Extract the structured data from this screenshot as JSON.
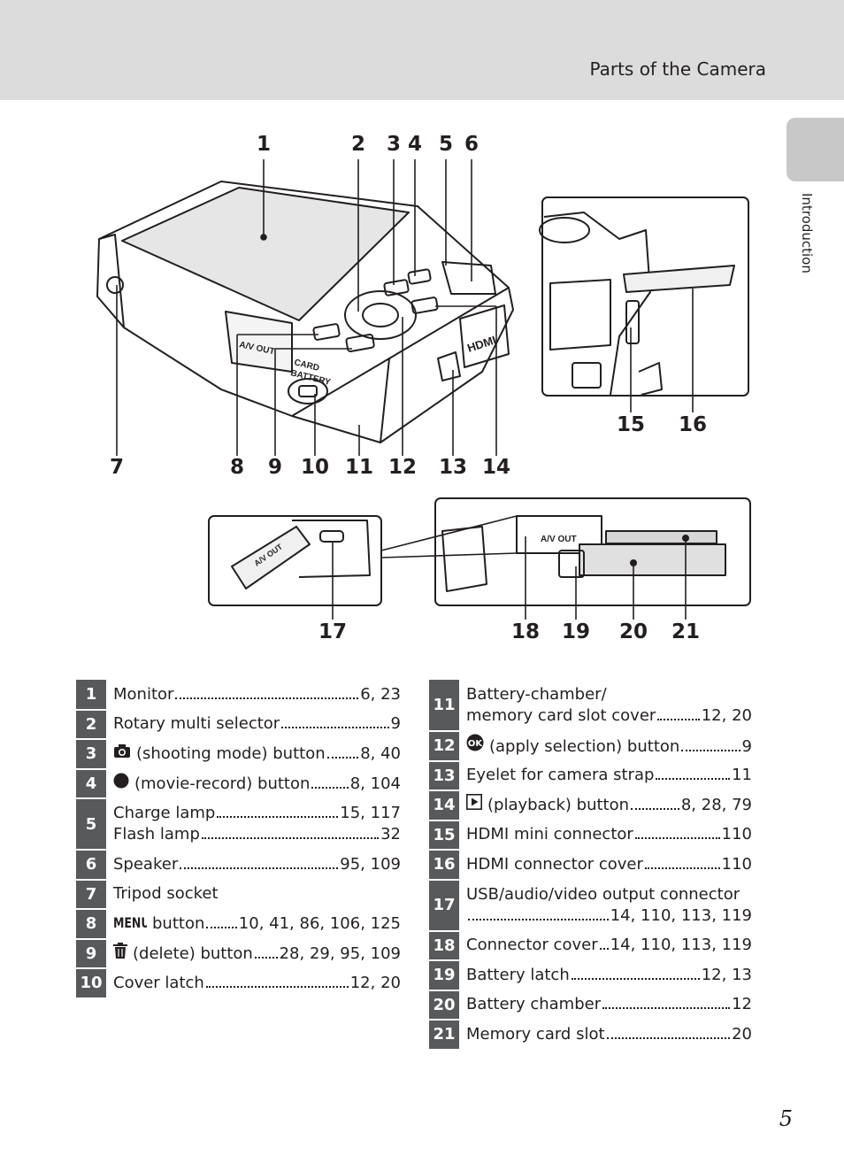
{
  "header": {
    "section_title": "Parts of the Camera"
  },
  "side_tab": {
    "label": "Introduction"
  },
  "callouts": {
    "c1": "1",
    "c2": "2",
    "c3": "3",
    "c4": "4",
    "c5": "5",
    "c6": "6",
    "c7": "7",
    "c8": "8",
    "c9": "9",
    "c10": "10",
    "c11": "11",
    "c12": "12",
    "c13": "13",
    "c14": "14",
    "c15": "15",
    "c16": "16",
    "c17": "17",
    "c18": "18",
    "c19": "19",
    "c20": "20",
    "c21": "21"
  },
  "figure_text": {
    "av_out": "A/V OUT",
    "card_battery_1": "CARD",
    "card_battery_2": "BATTERY",
    "hdmi": "HDMI",
    "av_out_cover": "A/V OUT",
    "av_out_port": "A/V OUT"
  },
  "left_table": [
    {
      "num": "1",
      "lines": [
        {
          "text": "Monitor",
          "pages": "6, 23"
        }
      ]
    },
    {
      "num": "2",
      "lines": [
        {
          "text": "Rotary multi selector",
          "pages": "9"
        }
      ]
    },
    {
      "num": "3",
      "icon": "camera-icon",
      "lines": [
        {
          "text": "(shooting mode) button",
          "pages": "8, 40"
        }
      ]
    },
    {
      "num": "4",
      "icon": "record-dot-icon",
      "lines": [
        {
          "text": "(movie-record) button",
          "pages": "8, 104"
        }
      ]
    },
    {
      "num": "5",
      "lines": [
        {
          "text": "Charge lamp",
          "pages": "15, 117"
        },
        {
          "text": "Flash lamp",
          "pages": "32"
        }
      ]
    },
    {
      "num": "6",
      "lines": [
        {
          "text": "Speaker",
          "pages": "95, 109"
        }
      ]
    },
    {
      "num": "7",
      "lines": [
        {
          "text": "Tripod socket",
          "pages": ""
        }
      ]
    },
    {
      "num": "8",
      "icon": "menu-icon",
      "lines": [
        {
          "text": "button",
          "pages": "10, 41, 86, 106, 125"
        }
      ]
    },
    {
      "num": "9",
      "icon": "trash-icon",
      "lines": [
        {
          "text": "(delete) button",
          "pages": "28, 29, 95, 109"
        }
      ]
    },
    {
      "num": "10",
      "lines": [
        {
          "text": "Cover latch",
          "pages": "12, 20"
        }
      ]
    }
  ],
  "right_table": [
    {
      "num": "11",
      "lines": [
        {
          "text": "Battery-chamber/",
          "pages": ""
        },
        {
          "text": "memory card slot cover",
          "pages": "12, 20"
        }
      ]
    },
    {
      "num": "12",
      "icon": "ok-icon",
      "lines": [
        {
          "text": "(apply selection) button",
          "pages": "9"
        }
      ]
    },
    {
      "num": "13",
      "lines": [
        {
          "text": "Eyelet for camera strap",
          "pages": "11"
        }
      ]
    },
    {
      "num": "14",
      "icon": "play-icon",
      "lines": [
        {
          "text": "(playback) button",
          "pages": "8, 28, 79"
        }
      ]
    },
    {
      "num": "15",
      "lines": [
        {
          "text": "HDMI mini connector",
          "pages": "110"
        }
      ]
    },
    {
      "num": "16",
      "lines": [
        {
          "text": "HDMI connector cover",
          "pages": "110"
        }
      ]
    },
    {
      "num": "17",
      "lines": [
        {
          "text": "USB/audio/video output connector",
          "pages": ""
        },
        {
          "text": "",
          "pages": "14, 110, 113, 119"
        }
      ]
    },
    {
      "num": "18",
      "lines": [
        {
          "text": "Connector cover",
          "pages": "14, 110, 113, 119"
        }
      ]
    },
    {
      "num": "19",
      "lines": [
        {
          "text": "Battery latch",
          "pages": "12, 13"
        }
      ]
    },
    {
      "num": "20",
      "lines": [
        {
          "text": "Battery chamber",
          "pages": "12"
        }
      ]
    },
    {
      "num": "21",
      "lines": [
        {
          "text": "Memory card slot",
          "pages": "20"
        }
      ]
    }
  ],
  "page_number": "5"
}
